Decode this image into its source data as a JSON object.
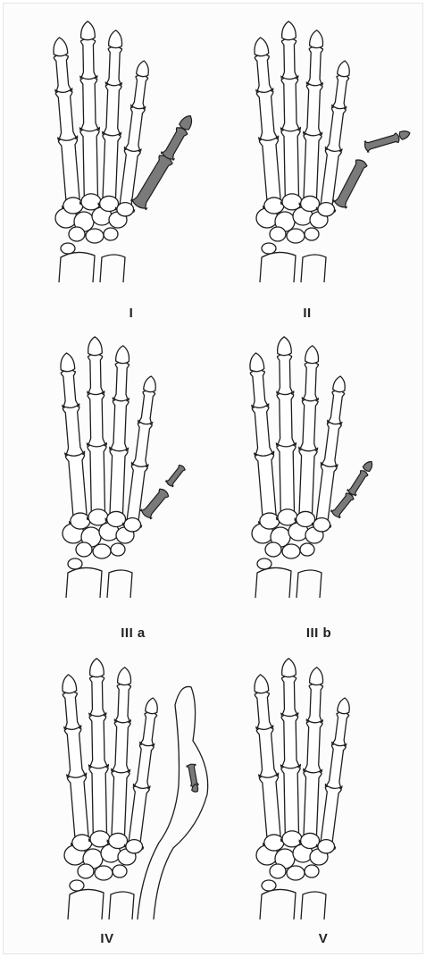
{
  "colors": {
    "bone_fill": "#ffffff",
    "outline": "#1e1e1e",
    "affected_thumb": "#7a7a7a",
    "background": "#fcfcfc"
  },
  "panels": [
    {
      "id": "I",
      "label": "I",
      "thumb": "hypoplastic-full"
    },
    {
      "id": "II",
      "label": "II",
      "thumb": "floating-detached"
    },
    {
      "id": "IIIa",
      "label": "III a",
      "thumb": "short-metacarpal"
    },
    {
      "id": "IIIb",
      "label": "III b",
      "thumb": "floating-attached"
    },
    {
      "id": "IV",
      "label": "IV",
      "thumb": "soft-tissue-pouch"
    },
    {
      "id": "V",
      "label": "V",
      "thumb": "absent"
    }
  ]
}
